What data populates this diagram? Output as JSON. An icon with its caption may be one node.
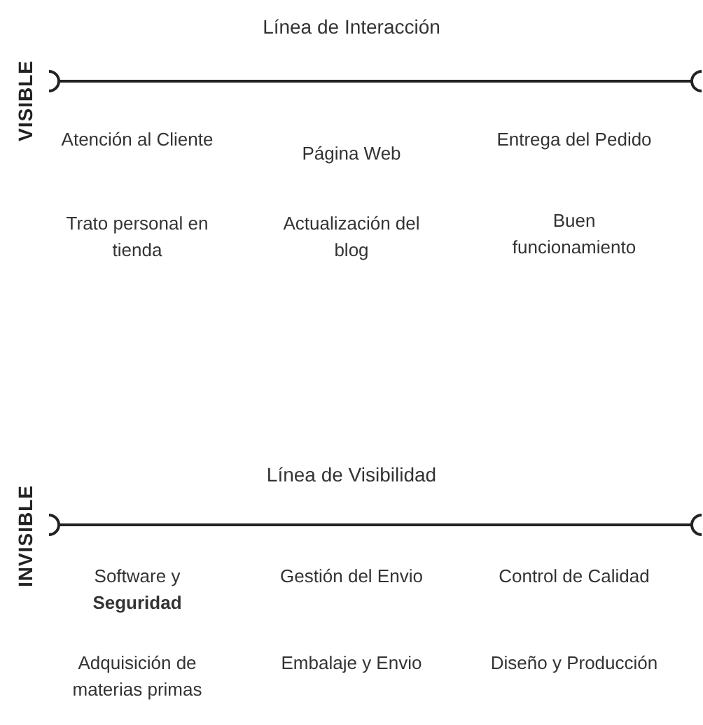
{
  "diagram": {
    "labels": [
      "VISIBLE",
      "Línea de Interacción",
      "Atención al Cliente",
      "Página Web",
      "Entrega del Pedido",
      "Trato personal en tienda",
      "Actualización del blog",
      "Buen funcionamiento",
      "INVISIBLE",
      "Línea de Visibilidad",
      "Software y **Seguridad**",
      "Gestión del Envio",
      "Control de Calidad",
      "Adquisición de materias primas",
      "Embalaje y Envio",
      "Diseño y Producción"
    ]
  }
}
